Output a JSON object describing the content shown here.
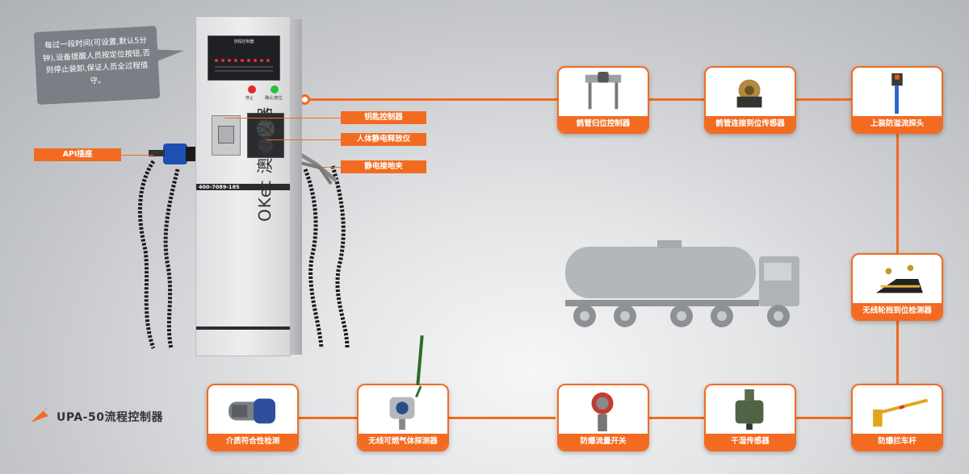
{
  "note_bubble": "每过一段时间(可设置,默认5分钟),设备提醒人员按定位按钮,否则停止装卸,保证人员全过程值守。",
  "kiosk": {
    "panel_title": "流程控制器",
    "btn_stop": "停止",
    "btn_confirm": "确认/复位",
    "phone": "400-7089-185",
    "brand": "OKet 澳科仪器"
  },
  "callouts": {
    "key_controller": "钥匙控制器",
    "body_static": "人体静电释放仪",
    "ground_clamp": "静电接地夹",
    "api_socket": "API插座"
  },
  "devices": {
    "crane_return": "鹤管归位控制器",
    "crane_connect": "鹤管连接到位传感器",
    "overflow_probe": "上装防溢流探头",
    "wheel_chock": "无线轮挡到位检测器",
    "barrier": "防爆拦车杆",
    "dry_sensor": "干湿传感器",
    "flow_switch": "防爆流量开关",
    "gas_detector": "无线可燃气体探测器",
    "medium_check": "介质符合性检测"
  },
  "product_title": "UPA-50流程控制器",
  "colors": {
    "accent": "#f26b21",
    "bubble": "#7a7f85"
  }
}
